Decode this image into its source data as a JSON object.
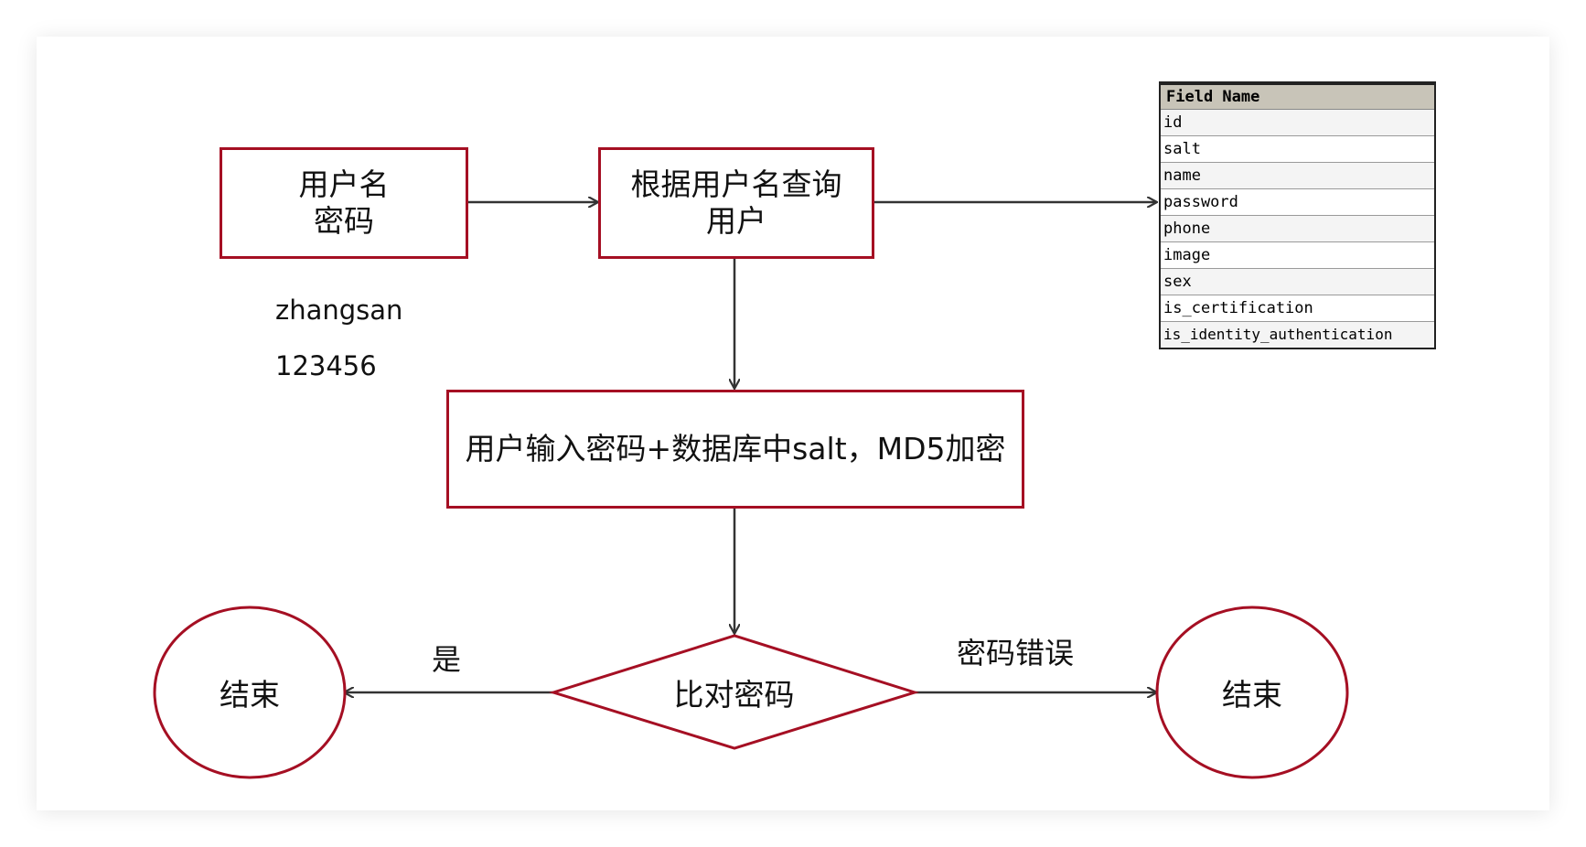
{
  "nodes": {
    "input_box": {
      "line1": "用户名",
      "line2": "密码"
    },
    "query_box": {
      "line1": "根据用户名查询",
      "line2": "用户"
    },
    "encrypt_box": {
      "label": "用户输入密码+数据库中salt，MD5加密"
    },
    "compare_diamond": {
      "label": "比对密码"
    },
    "end_left": {
      "label": "结束"
    },
    "end_right": {
      "label": "结束"
    }
  },
  "example": {
    "username": "zhangsan",
    "password": "123456"
  },
  "edges": {
    "yes_label": "是",
    "wrong_label": "密码错误"
  },
  "db_table": {
    "header": "Field Name",
    "fields": [
      "id",
      "salt",
      "name",
      "password",
      "phone",
      "image",
      "sex",
      "is_certification",
      "is_identity_authentication"
    ]
  },
  "colors": {
    "node_border": "#a50f23",
    "arrow": "#333333"
  }
}
